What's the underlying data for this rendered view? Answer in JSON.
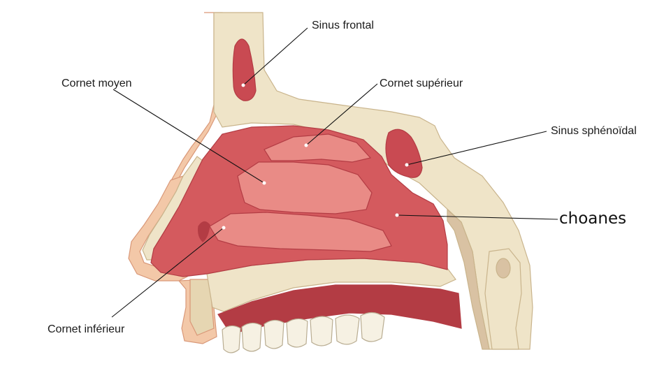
{
  "colors": {
    "bone": "#efe4c8",
    "bone_edge": "#c9b48c",
    "bone_marrow": "#e6d6b2",
    "skin": "#f3c8a8",
    "skin_edge": "#d99878",
    "mucosa": "#d45a5e",
    "mucosa_dark": "#b33c44",
    "mucosa_light": "#e98b86",
    "sinus": "#c94a52",
    "teeth": "#f6f1e3",
    "teeth_edge": "#b9ad92",
    "muscle": "#d9c2a3"
  },
  "labels": {
    "sinus_frontal": "Sinus frontal",
    "cornet_moyen": "Cornet moyen",
    "cornet_superieur": "Cornet supérieur",
    "sinus_sphenoidal": "Sinus sphénoïdal",
    "choanes": "choanes",
    "cornet_inferieur": "Cornet inférieur"
  }
}
